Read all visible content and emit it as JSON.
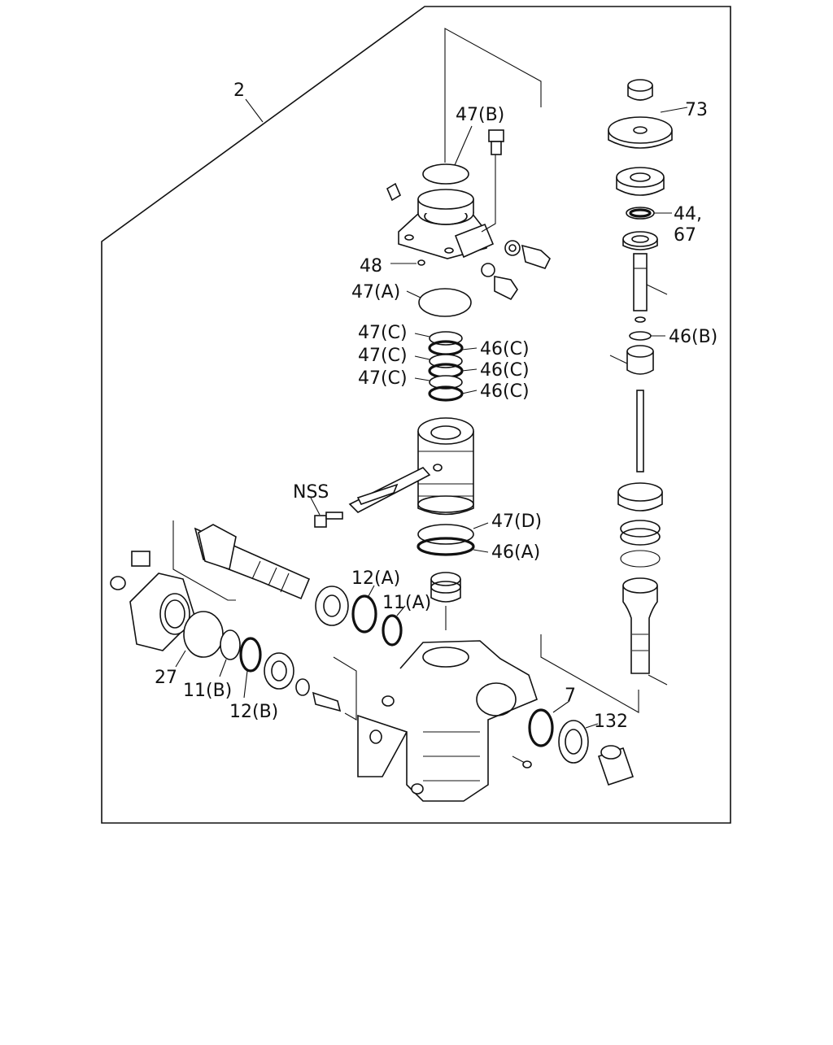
{
  "callouts": {
    "c2": "2",
    "c47b": "47(B)",
    "c73": "73",
    "c44": "44,",
    "c67": "67",
    "c48": "48",
    "c47a": "47(A)",
    "c47c1": "47(C)",
    "c47c2": "47(C)",
    "c47c3": "47(C)",
    "c46c1": "46(C)",
    "c46c2": "46(C)",
    "c46c3": "46(C)",
    "c46b": "46(B)",
    "cnss": "NSS",
    "c47d": "47(D)",
    "c46a": "46(A)",
    "c12a": "12(A)",
    "c11a": "11(A)",
    "c27": "27",
    "c11b": "11(B)",
    "c12b": "12(B)",
    "c7": "7",
    "c132": "132"
  }
}
